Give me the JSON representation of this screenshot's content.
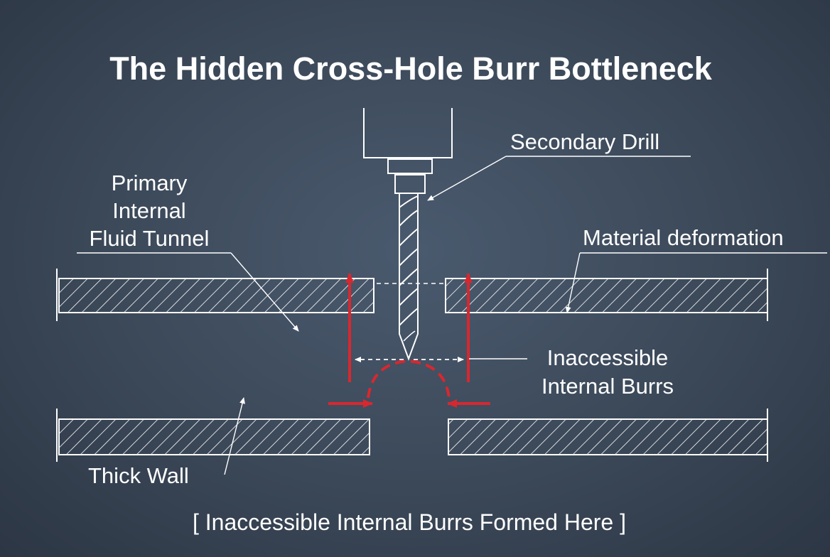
{
  "title": "The Hidden Cross-Hole Burr Bottleneck",
  "labels": {
    "secondary_drill": "Secondary Drill",
    "primary_tunnel": [
      "Primary",
      "Internal",
      "Fluid Tunnel"
    ],
    "material_deformation": "Material deformation",
    "inaccessible_burrs": [
      "Inaccessible",
      "Internal Burrs"
    ],
    "thick_wall": "Thick Wall"
  },
  "caption": "[ Inaccessible Internal Burrs Formed Here ]",
  "colors": {
    "background": "#3b4858",
    "line": "#ffffff",
    "accent_red": "#d9272e"
  }
}
